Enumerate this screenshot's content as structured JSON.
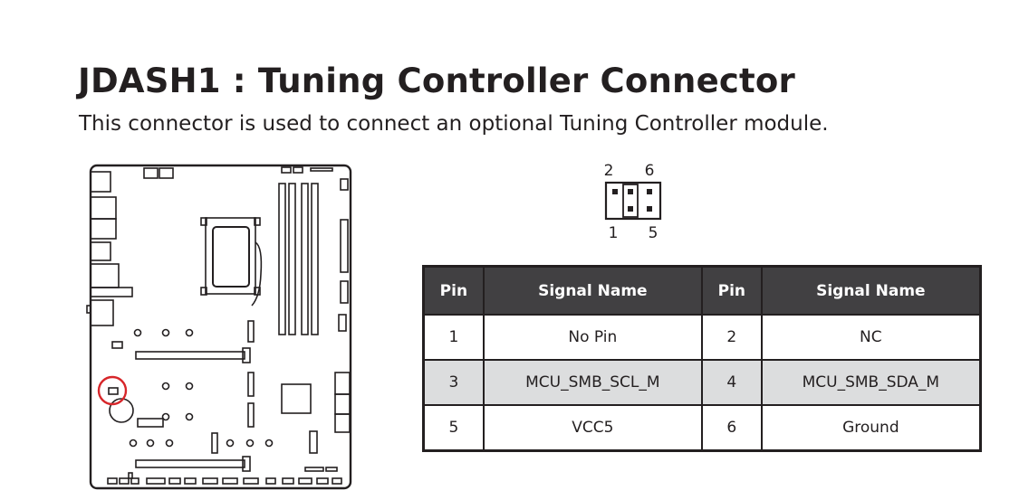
{
  "title": "JDASH1 : Tuning Controller Connector",
  "description": "This connector is used to connect an optional Tuning Controller module.",
  "pin_diagram": {
    "top_labels": [
      "2",
      "6"
    ],
    "bottom_labels": [
      "1",
      "5"
    ]
  },
  "table": {
    "headers": [
      "Pin",
      "Signal Name",
      "Pin",
      "Signal Name"
    ],
    "rows": [
      {
        "pin_a": "1",
        "signal_a": "No Pin",
        "pin_b": "2",
        "signal_b": "NC"
      },
      {
        "pin_a": "3",
        "signal_a": "MCU_SMB_SCL_M",
        "pin_b": "4",
        "signal_b": "MCU_SMB_SDA_M"
      },
      {
        "pin_a": "5",
        "signal_a": "VCC5",
        "pin_b": "6",
        "signal_b": "Ground"
      }
    ]
  },
  "colors": {
    "header_bg": "#414042",
    "header_text": "#ffffff",
    "shaded_row": "#dcddde",
    "highlight": "#d7262a",
    "line": "#231f20"
  }
}
